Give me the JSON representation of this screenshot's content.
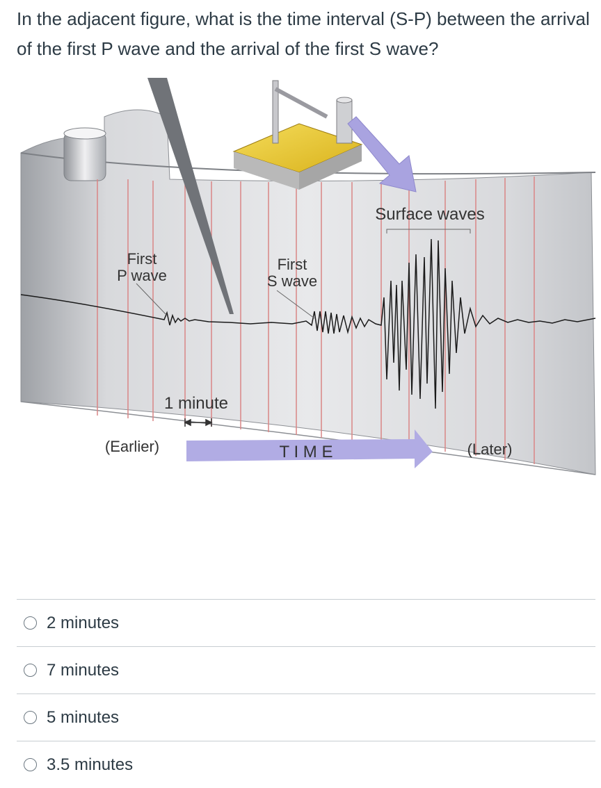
{
  "question": {
    "text": "In the adjacent figure, what is the time interval (S-P) between the arrival of the first P wave and the arrival of the first S wave?"
  },
  "figure": {
    "labels": {
      "surface_waves": "Surface waves",
      "first_p_wave_line1": "First",
      "first_p_wave_line2": "P wave",
      "first_s_wave_line1": "First",
      "first_s_wave_line2": "S wave",
      "one_minute": "1 minute",
      "earlier": "(Earlier)",
      "later": "(Later)",
      "time": "T I M E"
    },
    "colors": {
      "drum": "#dcdde0",
      "gridline": "#d96b6b",
      "arrow": "#a9a3e0",
      "base": "#e3c02c"
    }
  },
  "answers": {
    "options": [
      {
        "label": "2 minutes",
        "selected": false
      },
      {
        "label": "7 minutes",
        "selected": false
      },
      {
        "label": "5 minutes",
        "selected": false
      },
      {
        "label": "3.5 minutes",
        "selected": false
      }
    ]
  }
}
